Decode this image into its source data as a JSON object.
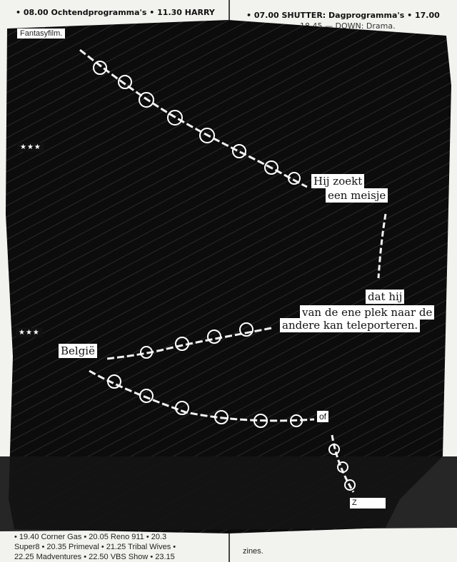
{
  "left_column": {
    "top_line": "• 08.00 Ochtendprogramma's • 11.30 HARRY",
    "genre_label": "Fantasyfilm.",
    "bottom_lines": [
      "• 19.40 Corner Gas • 20.05 Reno 911 • 20.3",
      "Super8 • 20.35 Primeval • 21.25 Tribal Wives •",
      "22.25 Madventures • 22.50 VBS Show • 23.15"
    ]
  },
  "right_column": {
    "top_line": "• 07.00 SHUTTER: Dagprogramma's • 17.00",
    "top_line_2": "18.45 — DOWN: Drama.",
    "bottom_line": "zines."
  },
  "ratings": [
    "★★★",
    "★★★"
  ],
  "poem_words": [
    "Hij zoekt",
    "een meisje",
    "dat hij",
    "van de ene plek naar de",
    "andere kan teleporteren.",
    "België",
    "of",
    "Z"
  ]
}
